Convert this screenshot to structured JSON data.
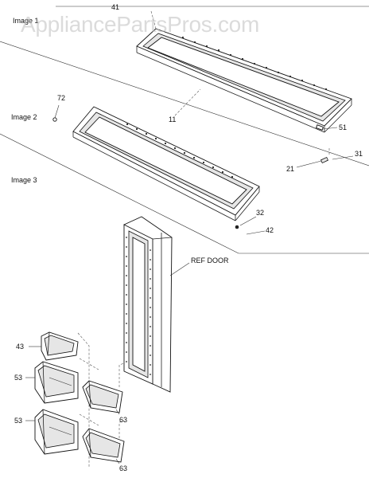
{
  "watermark": "AppliancePartsPros.com",
  "sections": {
    "image1": "Image 1",
    "image2": "Image 2",
    "image3": "Image 3"
  },
  "labels": {
    "p41": "41",
    "p72": "72",
    "p11": "11",
    "p51": "51",
    "p31": "31",
    "p21": "21",
    "p32": "32",
    "p42": "42",
    "ref_door": "REF DOOR",
    "p43": "43",
    "p53a": "53",
    "p53b": "53",
    "p63a": "63",
    "p63b": "63"
  }
}
